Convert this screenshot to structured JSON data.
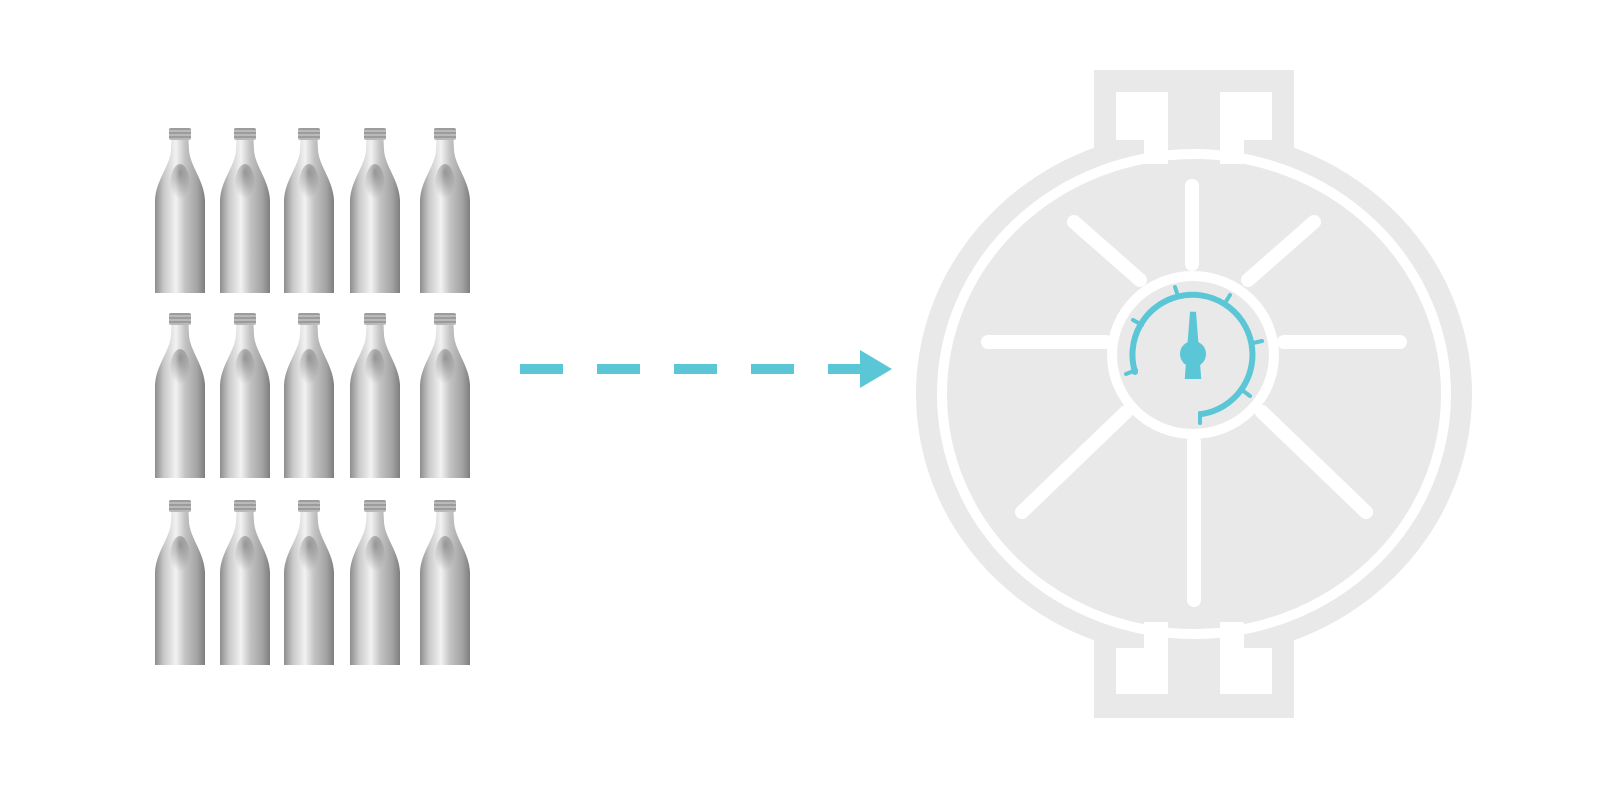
{
  "bottles": {
    "rows": 3,
    "columns": 5,
    "icon": "aluminum-bottle-icon"
  },
  "arrow": {
    "style": "dashed",
    "direction": "right",
    "icon": "dashed-arrow-right-icon"
  },
  "vessel": {
    "icon": "pressure-vessel-icon",
    "gauge_icon": "pressure-gauge-icon"
  },
  "colors": {
    "accent": "#5bc6d6",
    "vessel_fill": "#e9e9e9",
    "background": "#ffffff",
    "bottle_metal": "#c8c8c8"
  }
}
